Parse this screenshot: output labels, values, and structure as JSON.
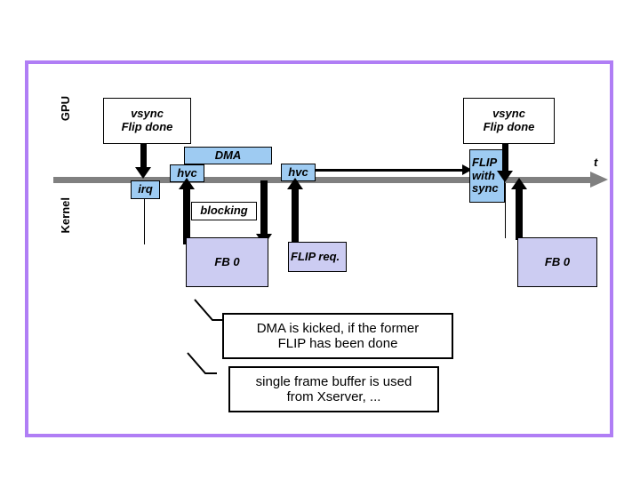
{
  "diagram": {
    "frame_color": "#b07ef5",
    "timeline_color": "#808080",
    "blue_fill": "#9ecbf2",
    "lavender_fill": "#ccccf2",
    "axis_label": "t",
    "lanes": {
      "top": "GPU",
      "bottom": "Kernel"
    },
    "events": {
      "vsync_left_line1": "vsync",
      "vsync_left_line2": "Flip done",
      "vsync_right_line1": "vsync",
      "vsync_right_line2": "Flip done",
      "irq": "irq",
      "hvc_1": "hvc",
      "hvc_2": "hvc",
      "dma": "DMA",
      "blocking": "blocking",
      "fb0_left": "FB 0",
      "fb0_right": "FB 0",
      "flip_req": "FLIP req.",
      "flip_with_sync_line1": "FLIP",
      "flip_with_sync_line2": "with",
      "flip_with_sync_line3": "sync"
    },
    "callouts": [
      {
        "line1": "DMA is kicked, if the former",
        "line2": "FLIP has been done"
      },
      {
        "line1": "single frame buffer is used",
        "line2": "from Xserver, ..."
      }
    ]
  }
}
